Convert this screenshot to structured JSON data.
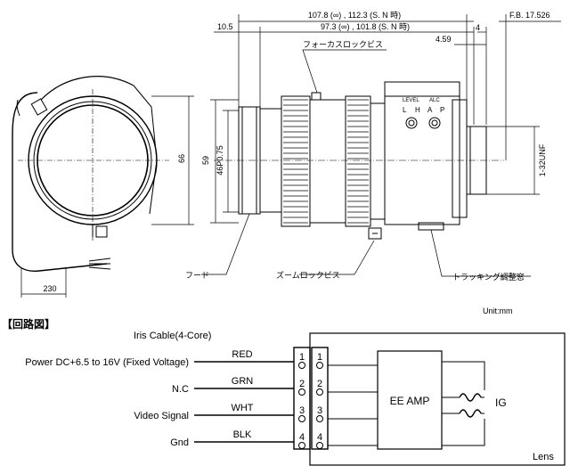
{
  "drawing": {
    "dims": {
      "d107": "107.8 (∞) , 112.3 (S. N 時)",
      "d97": "97.3 (∞) , 101.8 (S. N 時)",
      "fb": "F.B. 17.526",
      "d10": "10.5",
      "d4": "4",
      "d459": "4.59",
      "d66": "66",
      "d59": "59",
      "d46": "46P0.75",
      "d132": "1-32UNF",
      "d230": "230"
    },
    "callouts": {
      "focus": "フォーカスロックビス",
      "hood": "フード",
      "zoom": "ズームロックビス",
      "track": "トラッキング調整窓"
    },
    "controls": {
      "level": "LEVEL",
      "alc": "ALC",
      "l": "L",
      "h": "H",
      "a": "A",
      "p": "P"
    },
    "unit": "Unit:mm"
  },
  "circuit": {
    "title": "【回路図】",
    "cable": "Iris Cable(4-Core)",
    "rows": [
      {
        "label": "Power DC+6.5 to 16V (Fixed Voltage)",
        "color": "RED",
        "pin": "1"
      },
      {
        "label": "N.C",
        "color": "GRN",
        "pin": "2"
      },
      {
        "label": "Video Signal",
        "color": "WHT",
        "pin": "3"
      },
      {
        "label": "Gnd",
        "color": "BLK",
        "pin": "4"
      }
    ],
    "amp": "EE AMP",
    "ig": "IG",
    "lens": "Lens"
  }
}
